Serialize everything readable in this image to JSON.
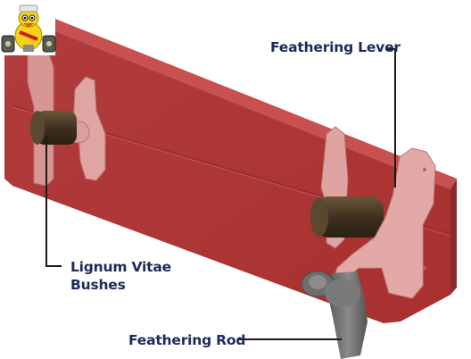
{
  "labels": {
    "feathering_lever": "Feathering Lever",
    "lignum_vitae_line1": "Lignum Vitae",
    "lignum_vitae_line2": "Bushes",
    "feathering_rod": "Feathering Rod"
  },
  "colors": {
    "board": "#b53a3c",
    "board_shadow": "#8d2a2c",
    "bracket": "#dfa3a1",
    "bush": "#4a3a25",
    "rod": "#707070",
    "label": "#1d2a5a"
  }
}
